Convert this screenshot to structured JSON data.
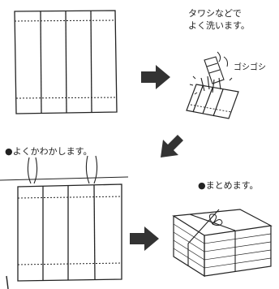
{
  "steps": {
    "scrub_line1": "タワシなどで",
    "scrub_line2": "よく洗います。",
    "scrub_sound": "ゴシゴシ",
    "dry": "●よくかわかします。",
    "bundle": "●まとめます。"
  },
  "colors": {
    "ink": "#222222",
    "arrow": "#333333",
    "paper": "#ffffff"
  },
  "icons": [
    "arrow-right-icon",
    "arrow-down-left-icon"
  ]
}
